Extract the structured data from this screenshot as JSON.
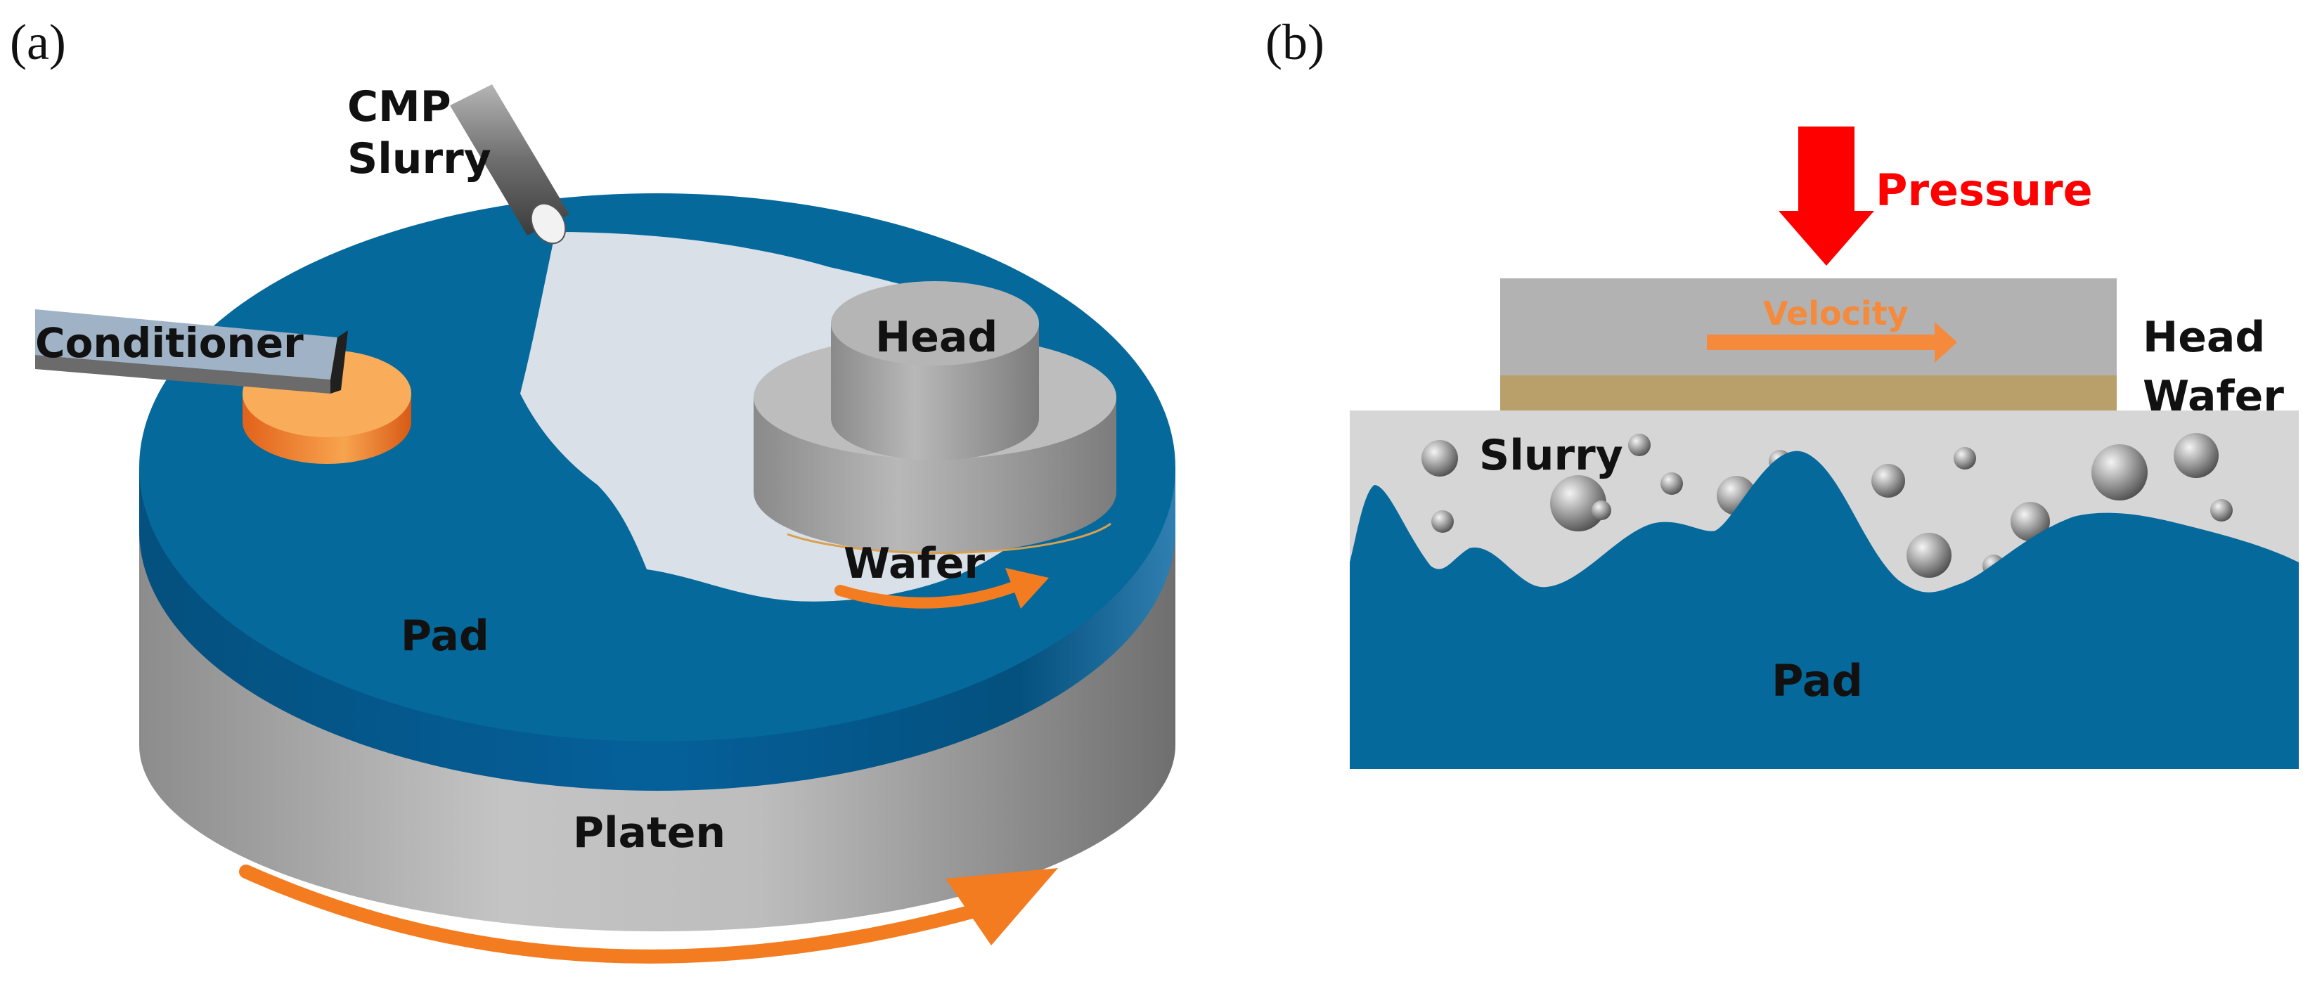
{
  "panel_a": {
    "label": "(a)",
    "cmp": "CMP",
    "slurry": "Slurry",
    "conditioner": "Conditioner",
    "head": "Head",
    "wafer": "Wafer",
    "pad": "Pad",
    "platen": "Platen"
  },
  "panel_b": {
    "label": "(b)",
    "pressure": "Pressure",
    "velocity": "Velocity",
    "head": "Head",
    "wafer": "Wafer",
    "slurry": "Slurry",
    "pad": "Pad"
  },
  "colors": {
    "pad_blue": "#05699c",
    "pad_edge": "#04507e",
    "platen_gray": "#a8a8a8",
    "slurry_film": "#d9e0e8",
    "arrow_orange": "#f47c20",
    "pressure_red": "#ff0000",
    "velocity_orange": "#f58a3c",
    "wafer_tan": "#b9a06a",
    "head_gray": "#b2b2b2",
    "slurry_layer": "#d6d6d6"
  },
  "icons": {
    "rotation": "curved-arrow-icon",
    "pressure": "down-arrow-icon",
    "velocity": "right-arrow-icon"
  }
}
